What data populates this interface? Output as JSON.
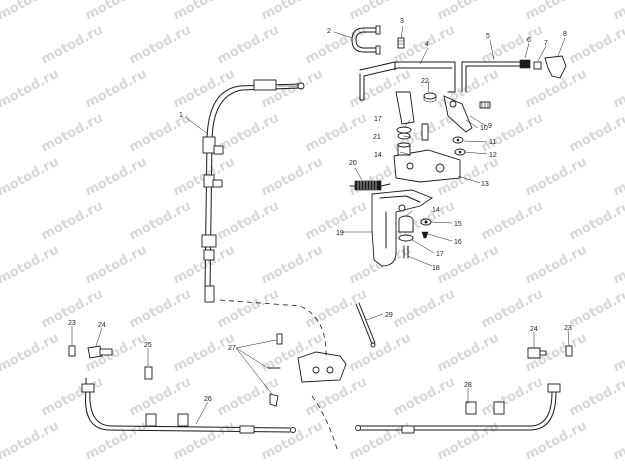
{
  "watermark": {
    "text": "motod.ru"
  },
  "callouts": {
    "c1": "1",
    "c2": "2",
    "c3": "3",
    "c4": "4",
    "c5": "5",
    "c6": "6",
    "c7": "7",
    "c8": "8",
    "c9": "9",
    "c10": "10",
    "c11": "11",
    "c12": "12",
    "c13": "13",
    "c14a": "14",
    "c14b": "14",
    "c15": "15",
    "c16": "16",
    "c17a": "17",
    "c17b": "17",
    "c18": "18",
    "c19": "19",
    "c20": "20",
    "c21": "21",
    "c22": "22",
    "c23a": "23",
    "c23b": "23",
    "c24a": "24",
    "c24b": "24",
    "c25": "25",
    "c26": "26",
    "c27": "27",
    "c28": "28",
    "c29": "29"
  },
  "colors": {
    "line": "#1a1a1a",
    "watermark": "#d8d8d8",
    "background": "#ffffff"
  }
}
